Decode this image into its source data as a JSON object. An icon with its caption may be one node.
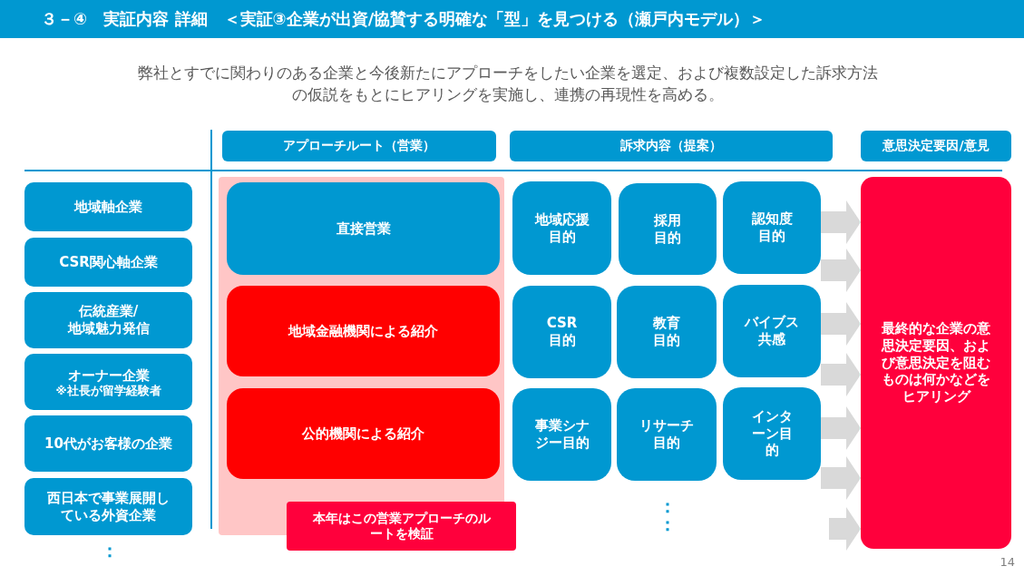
{
  "diagram": {
    "title": "３－④　実証内容 詳細　＜実証③企業が出資/協賛する明確な「型」を見つける（瀬戸内モデル）＞",
    "nodes": [
      {
        "text": [
          "アプローチルート（営業）"
        ]
      },
      {
        "text": [
          "訴求内容（提案）"
        ]
      },
      {
        "text": [
          "意思決定要因/意見"
        ]
      },
      {
        "text": [
          "地域軸企業"
        ]
      },
      {
        "text": [
          "CSR関心軸企業"
        ]
      },
      {
        "text": [
          "伝統産業/地域魅力発信"
        ]
      },
      {
        "text": [
          "オーナー企業",
          "※社長が留学経験者"
        ]
      },
      {
        "text": [
          "10代がお客様の企業"
        ]
      },
      {
        "text": [
          "西日本で事業展開している外資企業"
        ]
      },
      {
        "text": [],
        "shape": "box"
      },
      {
        "text": [
          "直接営業"
        ],
        "in": 9
      },
      {
        "text": [
          "地域金融機関による紹介"
        ],
        "in": 9
      },
      {
        "text": [
          "公的機関による紹介"
        ],
        "in": 9
      },
      {
        "text": [
          "本年はこの営業アプローチのルートを検証"
        ]
      },
      {
        "text": [
          "地域応援目的"
        ]
      },
      {
        "text": [
          "採用目的"
        ]
      },
      {
        "text": [
          "認知度目的"
        ]
      },
      {
        "text": [
          "CSR目的"
        ]
      },
      {
        "text": [
          "教育目的"
        ]
      },
      {
        "text": [
          "バイブス共感"
        ]
      },
      {
        "text": [
          "事業シナジー目的"
        ]
      },
      {
        "text": [
          "リサーチ目的"
        ]
      },
      {
        "text": [
          "インターン目的"
        ]
      },
      {
        "text": [
          "最終的な企業の意思決定要因、および意思決定を阻むものは何かなどをヒアリング"
        ]
      }
    ],
    "edges": [
      {
        "from": 16,
        "to": 23,
        "arrow": "to"
      },
      {
        "from": 16,
        "to": 23,
        "arrow": "to"
      },
      {
        "from": 19,
        "to": 23,
        "arrow": "to"
      },
      {
        "from": 19,
        "to": 23,
        "arrow": "to"
      },
      {
        "from": 22,
        "to": 23,
        "arrow": "to"
      },
      {
        "from": 22,
        "to": 23,
        "arrow": "to"
      },
      {
        "from": null,
        "to": 23,
        "arrow": "to"
      }
    ],
    "labels": [
      "弊社とすでに関わりのある企業と今後新たにアプローチをしたい企業を選定、および複数設定した訴求方法の仮説をもとにヒアリングを実施し、連携の再現性を高める。",
      "：",
      "：：",
      "14"
    ]
  }
}
